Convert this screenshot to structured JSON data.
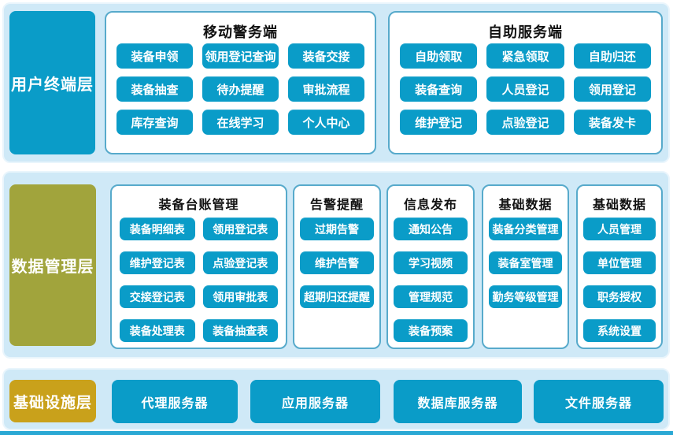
{
  "colors": {
    "cyan": "#0a9cc8",
    "olive": "#a1a43c",
    "gold": "#c9a11b",
    "panel-bg": "#cfe9f7",
    "panel-border": "#e9f5fc",
    "group-border": "#57aacb",
    "bottom-bar": "#2aa8d4"
  },
  "layers": [
    {
      "label": "用户终端层",
      "groups": [
        {
          "title": "移动警务端",
          "buttons": [
            "装备申领",
            "领用登记查询",
            "装备交接",
            "装备抽查",
            "待办提醒",
            "审批流程",
            "库存查询",
            "在线学习",
            "个人中心"
          ]
        },
        {
          "title": "自助服务端",
          "buttons": [
            "自助领取",
            "紧急领取",
            "自助归还",
            "装备查询",
            "人员登记",
            "领用登记",
            "维护登记",
            "点验登记",
            "装备发卡"
          ]
        }
      ]
    },
    {
      "label": "数据管理层",
      "groups": [
        {
          "title": "装备台账管理",
          "buttons": [
            "装备明细表",
            "领用登记表",
            "维护登记表",
            "点验登记表",
            "交接登记表",
            "领用审批表",
            "装备处理表",
            "装备抽查表"
          ]
        },
        {
          "title": "告警提醒",
          "buttons": [
            "过期告警",
            "维护告警",
            "超期归还提醒"
          ]
        },
        {
          "title": "信息发布",
          "buttons": [
            "通知公告",
            "学习视频",
            "管理规范",
            "装备预案"
          ]
        },
        {
          "title": "基础数据",
          "buttons": [
            "装备分类管理",
            "装备室管理",
            "勤务等级管理"
          ]
        },
        {
          "title": "基础数据",
          "buttons": [
            "人员管理",
            "单位管理",
            "职务授权",
            "系统设置"
          ]
        }
      ]
    },
    {
      "label": "基础设施层",
      "servers": [
        "代理服务器",
        "应用服务器",
        "数据库服务器",
        "文件服务器"
      ]
    }
  ]
}
